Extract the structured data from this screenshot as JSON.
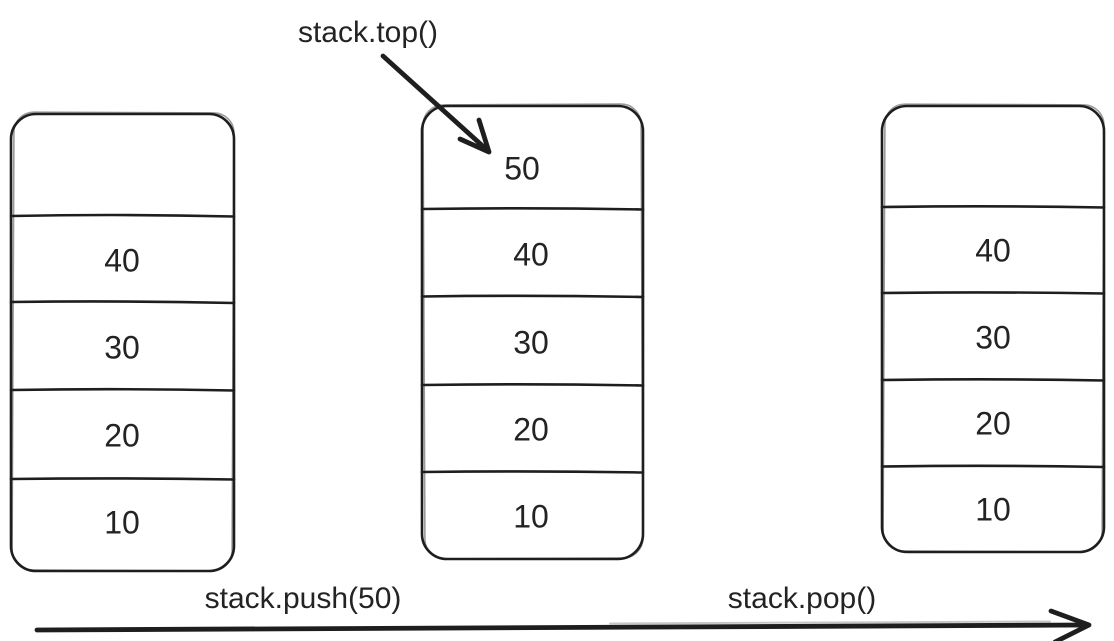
{
  "labels": {
    "top": "stack.top()",
    "push": "stack.push(50)",
    "pop": "stack.pop()"
  },
  "stacks": [
    {
      "id": "before-push",
      "cells": [
        "",
        "40",
        "30",
        "20",
        "10"
      ]
    },
    {
      "id": "after-push",
      "cells": [
        "50",
        "40",
        "30",
        "20",
        "10"
      ]
    },
    {
      "id": "after-pop",
      "cells": [
        "",
        "40",
        "30",
        "20",
        "10"
      ]
    }
  ],
  "colors": {
    "ink": "#1e1e1e",
    "background": "#ffffff"
  }
}
